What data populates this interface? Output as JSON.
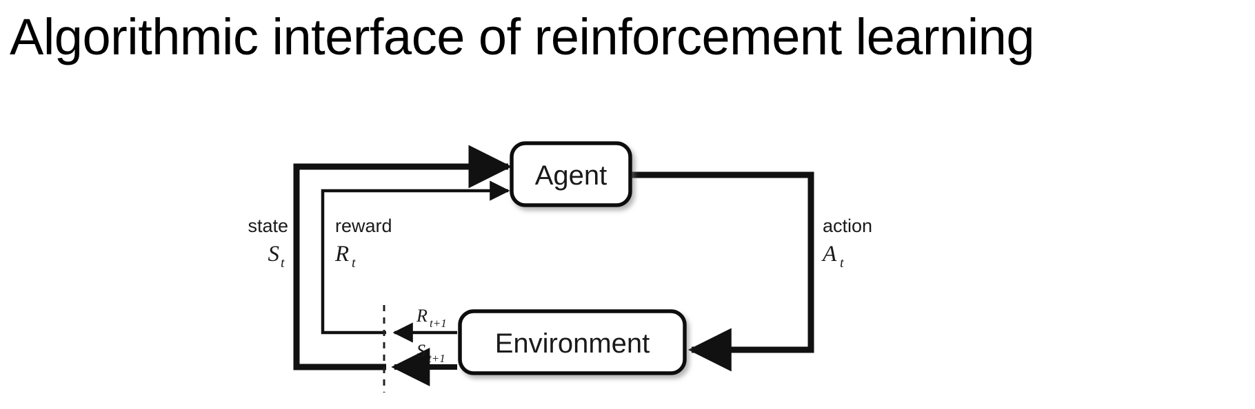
{
  "slide": {
    "title": "Algorithmic interface of reinforcement learning",
    "background_color": "#ffffff",
    "ink_color": "#000000"
  },
  "diagram": {
    "type": "agent-environment-interaction-loop",
    "nodes": [
      {
        "id": "agent",
        "label": "Agent"
      },
      {
        "id": "environment",
        "label": "Environment"
      }
    ],
    "edges": [
      {
        "id": "state-to-agent",
        "from": "environment",
        "to": "agent",
        "stroke": "thick",
        "name_label": "state",
        "symbol_base": "S",
        "symbol_sub": "t"
      },
      {
        "id": "reward-to-agent",
        "from": "environment",
        "to": "agent",
        "stroke": "thin",
        "name_label": "reward",
        "symbol_base": "R",
        "symbol_sub": "t"
      },
      {
        "id": "action-to-environment",
        "from": "agent",
        "to": "environment",
        "stroke": "thick",
        "name_label": "action",
        "symbol_base": "A",
        "symbol_sub": "t"
      },
      {
        "id": "next-reward",
        "from": "environment",
        "to": "time-boundary",
        "stroke": "thin",
        "symbol_base": "R",
        "symbol_sub": "t+1"
      },
      {
        "id": "next-state",
        "from": "environment",
        "to": "time-boundary",
        "stroke": "thick",
        "symbol_base": "S",
        "symbol_sub": "t+1"
      }
    ],
    "time_boundary": {
      "id": "time-step-divider",
      "style": "dashed-vertical-line"
    }
  }
}
